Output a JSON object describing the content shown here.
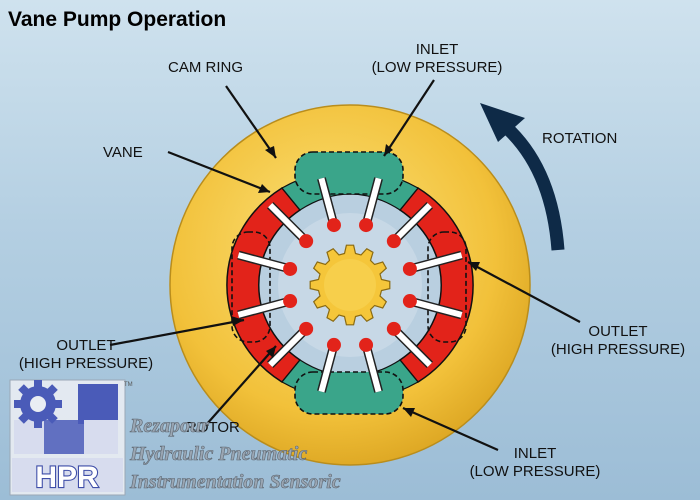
{
  "title": "Vane Pump Operation",
  "labels": {
    "cam_ring": "CAM RING",
    "inlet_top_1": "INLET",
    "inlet_top_2": "(LOW PRESSURE)",
    "vane": "VANE",
    "rotation": "ROTATION",
    "outlet_right_1": "OUTLET",
    "outlet_right_2": "(HIGH PRESSURE)",
    "outlet_left_1": "OUTLET",
    "outlet_left_2": "(HIGH PRESSURE)",
    "rotor": "ROTOR",
    "inlet_bottom_1": "INLET",
    "inlet_bottom_2": "(LOW PRESSURE)"
  },
  "watermark": {
    "logo_letters": "HPR",
    "trademark": "TM",
    "line1": "Rezapour",
    "line2": "Hydraulic Pneumatic",
    "line3": "Instrumentation Sensoric"
  },
  "colors": {
    "cam_ring": "#f5c63a",
    "outlet_chamber": "#e2231a",
    "inlet_chamber": "#3aa58a",
    "rotor_face": "#bfd3e3",
    "shaft": "#f5c63a",
    "vane": "#ffffff",
    "vane_pin": "#e2231a",
    "arrow": "#0e2a47",
    "logo_blue": "#4a5bb8"
  },
  "icons": [
    "gear-icon",
    "rotation-arrow-icon"
  ]
}
